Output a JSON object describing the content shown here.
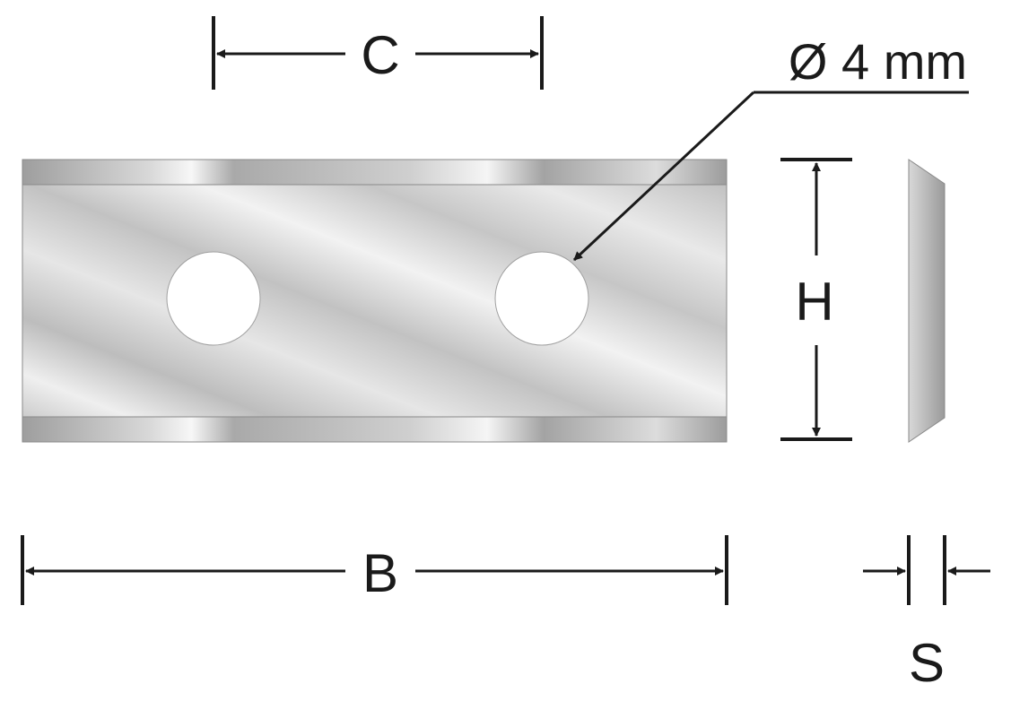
{
  "labels": {
    "c": "C",
    "b": "B",
    "h": "H",
    "s": "S",
    "hole_diameter": "Ø 4 mm"
  },
  "colors": {
    "line": "#1a1a1a",
    "blade_light": "#f4f4f4",
    "blade_mid": "#d4d4d4",
    "blade_dark": "#a8a8a8",
    "hole": "#ffffff"
  }
}
